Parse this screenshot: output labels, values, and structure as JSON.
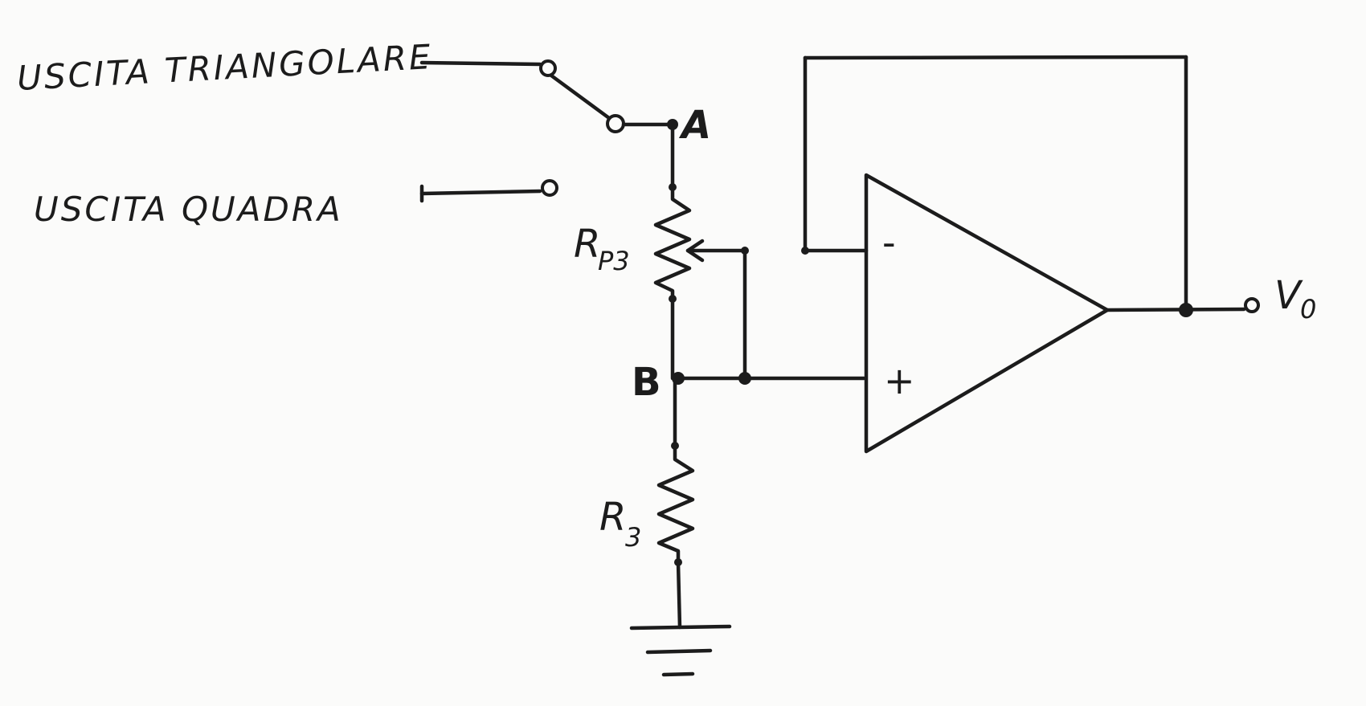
{
  "diagram": {
    "inputs": {
      "triangular_label": "USCITA TRIANGOLARE",
      "square_label": "USCITA QUADRA"
    },
    "nodes": {
      "a_label": "A",
      "b_label": "B"
    },
    "components": {
      "potentiometer": {
        "main": "R",
        "sub": "P3"
      },
      "resistor": {
        "main": "R",
        "sub": "3"
      }
    },
    "opamp": {
      "inverting_sign": "-",
      "noninverting_sign": "+"
    },
    "output": {
      "main": "V",
      "sub": "0"
    }
  }
}
